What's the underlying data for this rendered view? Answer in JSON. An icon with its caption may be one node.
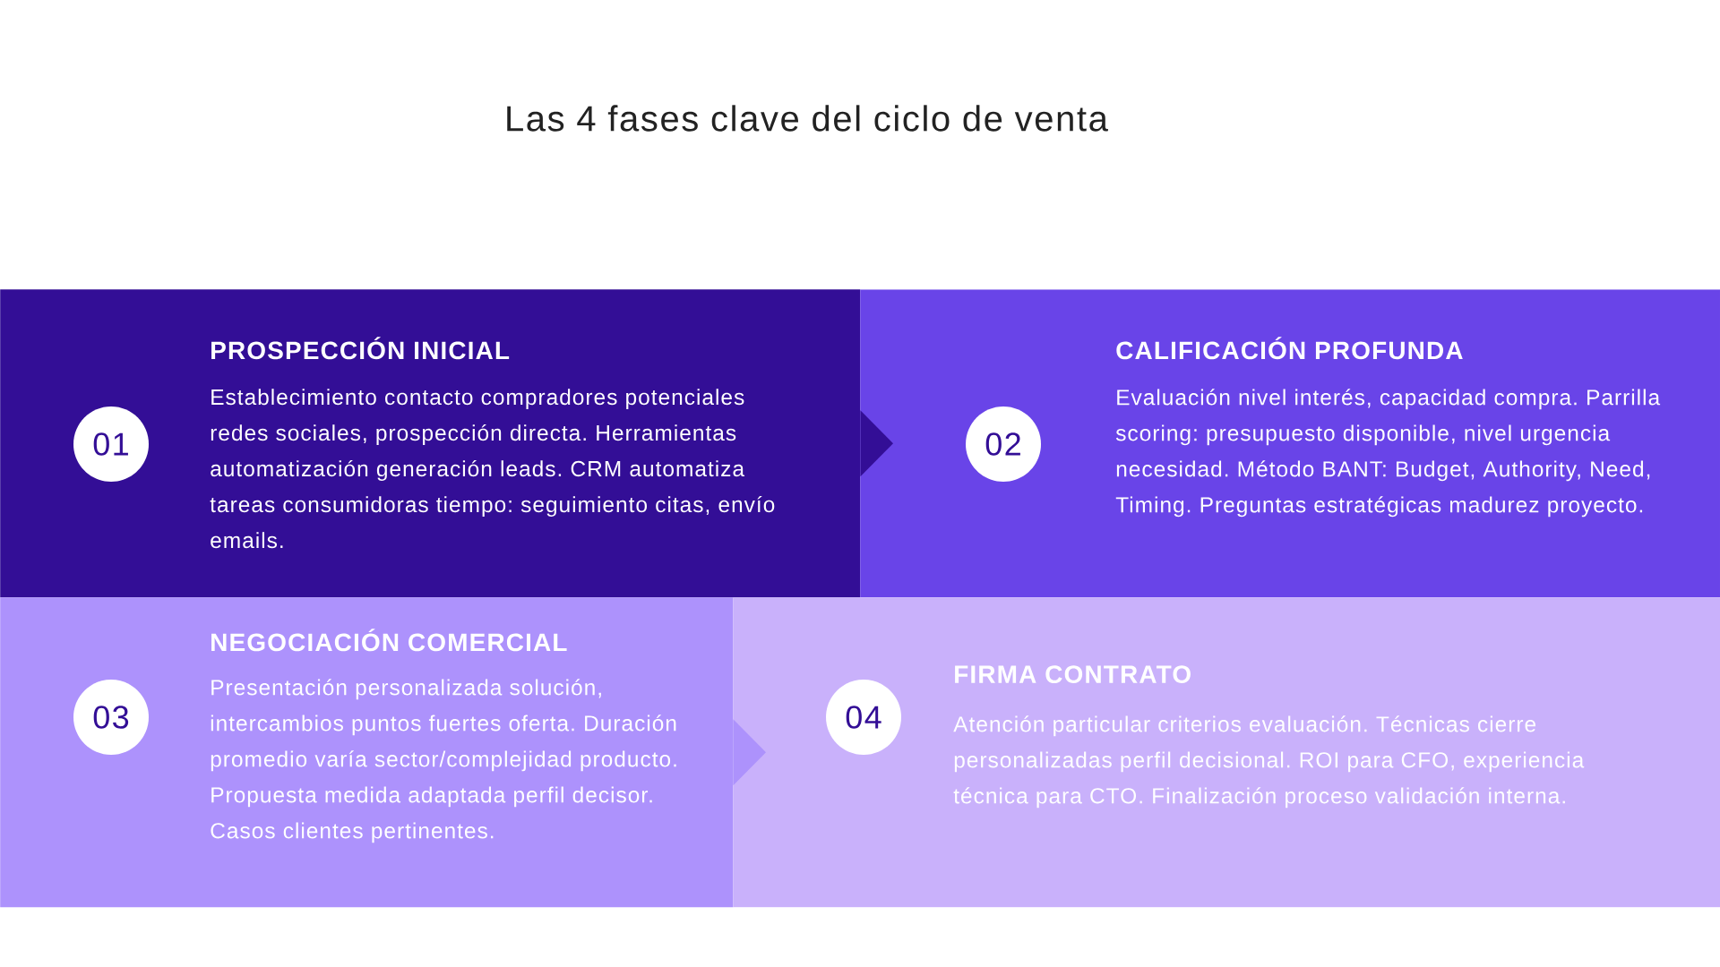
{
  "diagram": {
    "title": "Las 4 fases clave del ciclo de venta",
    "nodes": [
      {
        "text": [
          "PROSPECCIÓN INICIAL",
          "Establecimiento contacto compradores potenciales redes sociales, prospección directa. Herramientas automatización generación leads. CRM automatiza tareas consumidoras tiempo: seguimiento citas, envío emails."
        ]
      },
      {
        "text": [
          "01"
        ],
        "in": 0
      },
      {
        "text": [
          "CALIFICACIÓN PROFUNDA",
          "Evaluación nivel interés, capacidad compra. Parrilla scoring: presupuesto disponible, nivel urgencia necesidad. Método BANT: Budget, Authority, Need, Timing. Preguntas estratégicas madurez proyecto."
        ]
      },
      {
        "text": [
          "02"
        ],
        "in": 2
      },
      {
        "text": [
          "NEGOCIACIÓN COMERCIAL",
          "Presentación personalizada solución, intercambios puntos fuertes oferta. Duración promedio varía sector/complejidad producto. Propuesta medida adaptada perfil decisor. Casos clientes pertinentes."
        ]
      },
      {
        "text": [
          "03"
        ],
        "in": 4
      },
      {
        "text": [
          "FIRMA CONTRATO",
          "Atención particular criterios evaluación. Técnicas cierre personalizadas perfil decisional. ROI para CFO, experiencia técnica para CTO. Finalización proceso validación interna."
        ]
      },
      {
        "text": [
          "04"
        ],
        "in": 6
      }
    ],
    "edges": [
      {
        "from": 0,
        "to": 2,
        "arrow": "to"
      },
      {
        "from": 4,
        "to": 6,
        "arrow": "to"
      }
    ]
  }
}
